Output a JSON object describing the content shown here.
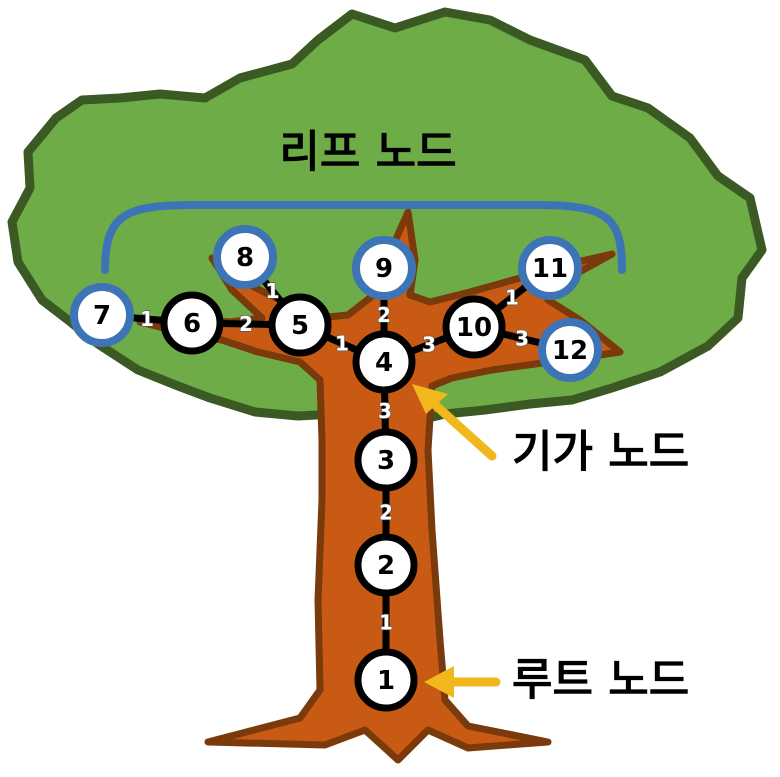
{
  "labels": {
    "leaf": "리프 노드",
    "branch": "기가 노드",
    "root": "루트 노드"
  },
  "colors": {
    "canopy": "#6dac46",
    "canopy_outline": "#3b5a23",
    "trunk": "#c85a14",
    "trunk_outline": "#7a3a0b",
    "leaf_ring": "#3d74b6",
    "node_ring": "#000000",
    "arrow": "#f2b71c",
    "bracket": "#3d74b6"
  },
  "nodes": [
    {
      "id": "1",
      "leaf": false
    },
    {
      "id": "2",
      "leaf": false
    },
    {
      "id": "3",
      "leaf": false
    },
    {
      "id": "4",
      "leaf": false
    },
    {
      "id": "5",
      "leaf": false
    },
    {
      "id": "6",
      "leaf": false
    },
    {
      "id": "7",
      "leaf": true
    },
    {
      "id": "8",
      "leaf": true
    },
    {
      "id": "9",
      "leaf": true
    },
    {
      "id": "10",
      "leaf": false
    },
    {
      "id": "11",
      "leaf": true
    },
    {
      "id": "12",
      "leaf": true
    }
  ],
  "edges": [
    {
      "from": "1",
      "to": "2",
      "weight": "1"
    },
    {
      "from": "2",
      "to": "3",
      "weight": "2"
    },
    {
      "from": "3",
      "to": "4",
      "weight": "3"
    },
    {
      "from": "4",
      "to": "9",
      "weight": "2"
    },
    {
      "from": "4",
      "to": "5",
      "weight": "1"
    },
    {
      "from": "5",
      "to": "8",
      "weight": "1"
    },
    {
      "from": "5",
      "to": "6",
      "weight": "2"
    },
    {
      "from": "6",
      "to": "7",
      "weight": "1"
    },
    {
      "from": "4",
      "to": "10",
      "weight": "3"
    },
    {
      "from": "10",
      "to": "11",
      "weight": "1"
    },
    {
      "from": "10",
      "to": "12",
      "weight": "3"
    }
  ]
}
